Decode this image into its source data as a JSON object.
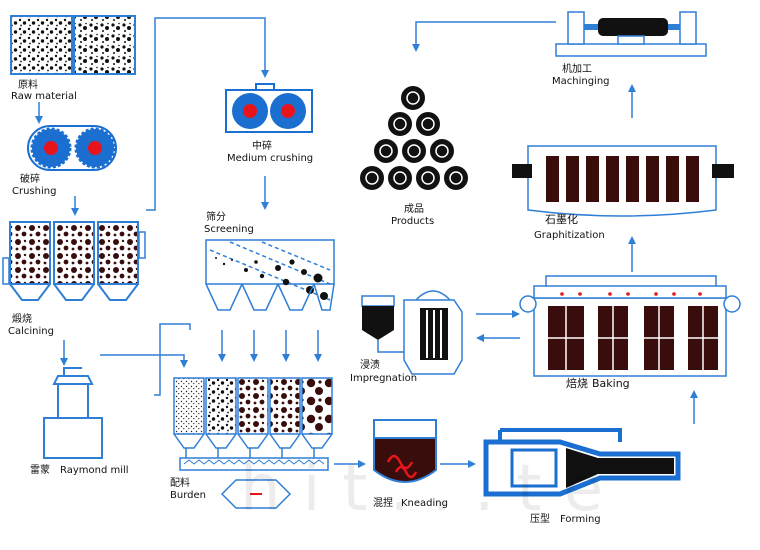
{
  "steps": {
    "raw_material": {
      "zh": "原料",
      "en": "Raw material"
    },
    "crushing": {
      "zh": "破碎",
      "en": "Crushing"
    },
    "calcining": {
      "zh": "煅烧",
      "en": "Calcining"
    },
    "raymond_mill": {
      "zh": "雷蒙",
      "en": "Raymond mill"
    },
    "medium_crushing": {
      "zh": "中碎",
      "en": "Medium crushing"
    },
    "screening": {
      "zh": "筛分",
      "en": "Screening"
    },
    "burden": {
      "zh": "配料",
      "en": "Burden"
    },
    "kneading": {
      "zh": "混捏",
      "en": "Kneading"
    },
    "forming": {
      "zh": "压型",
      "en": "Forming"
    },
    "impregnation": {
      "zh": "浸渍",
      "en": "Impregnation"
    },
    "baking": {
      "zh": "焙烧",
      "en": "Baking"
    },
    "graphitization": {
      "zh": "石墨化",
      "en": "Graphitization"
    },
    "machining": {
      "zh": "机加工",
      "en": "Machinging"
    },
    "products": {
      "zh": "成品",
      "en": "Products"
    }
  },
  "watermark": "hit...te",
  "colors": {
    "flow_blue": "#2f7fd6",
    "equipment_blue": "#1b6fd1",
    "core_red": "#e8141c",
    "dark_brown": "#3a0d0d",
    "label_text": "#111111"
  }
}
